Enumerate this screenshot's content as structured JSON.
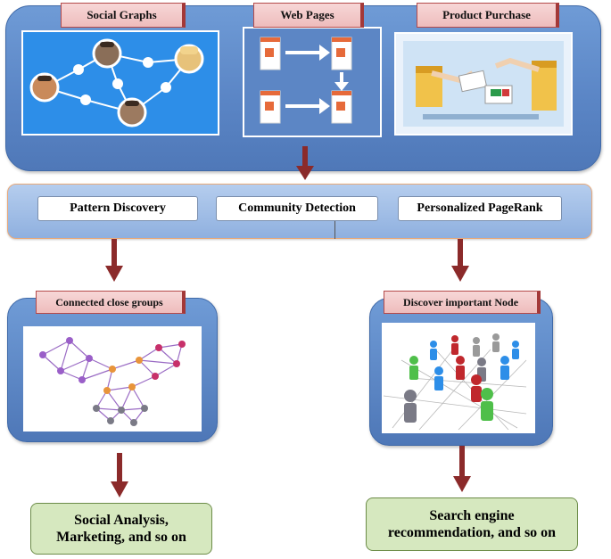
{
  "top_panel": {
    "tabs": [
      {
        "label": "Social Graphs"
      },
      {
        "label": "Web Pages"
      },
      {
        "label": "Product Purchase"
      }
    ]
  },
  "middle_panel": {
    "methods": [
      {
        "label": "Pattern Discovery"
      },
      {
        "label": "Community Detection"
      },
      {
        "label": "Personalized PageRank"
      }
    ]
  },
  "left_branch": {
    "tab_label": "Connected close groups",
    "outcome_lines": [
      "Social Analysis,",
      "Marketing, and so on"
    ]
  },
  "right_branch": {
    "tab_label": "Discover important Node",
    "outcome_lines": [
      "Search engine",
      "recommendation, and so on"
    ]
  },
  "colors": {
    "panel_blue": "#5b86c6",
    "tab_pink": "#eebcbc",
    "arrow_red": "#8b2a2a",
    "outcome_green": "#d6e8bf"
  }
}
